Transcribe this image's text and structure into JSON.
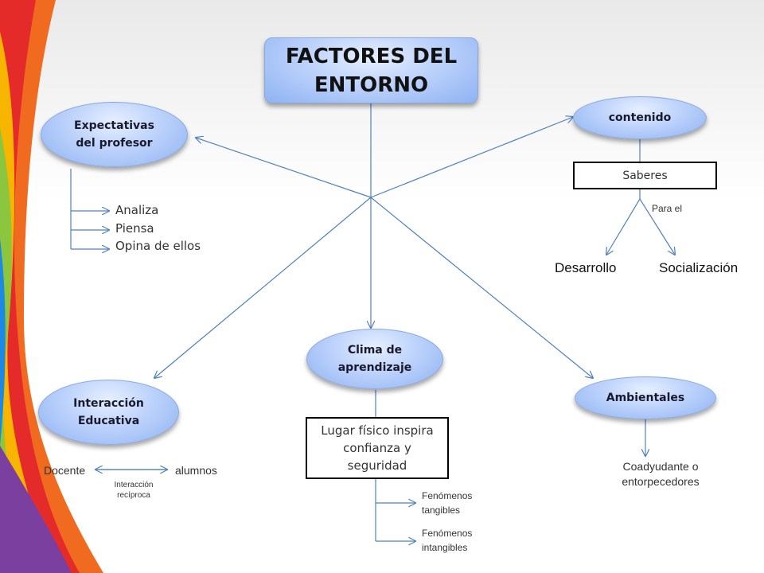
{
  "title": "FACTORES DEL ENTORNO",
  "nodes": {
    "expectativas": "Expectativas del profesor",
    "contenido": "contenido",
    "clima": "Clima de aprendizaje",
    "interaccion": "Interacción Educativa",
    "ambientales": "Ambientales"
  },
  "expectativas_items": [
    "Analiza",
    "Piensa",
    "Opina de ellos"
  ],
  "contenido_branch": {
    "box": "Saberes",
    "connector": "Para el",
    "left": "Desarrollo",
    "right": "Socialización"
  },
  "interaccion_branch": {
    "left": "Docente",
    "right": "alumnos",
    "label": "Interacción recíproca"
  },
  "clima_branch": {
    "box": "Lugar físico inspira confianza y seguridad",
    "items": [
      "Fenómenos tangibles",
      "Fenómenos intangibles"
    ]
  },
  "ambientales_branch": {
    "result": "Coadyudante o entorpecedores"
  },
  "colors": {
    "line": "#4f81bd",
    "node_fill": "#bcd2fb",
    "ribbon": [
      "#f7b500",
      "#e52a2a",
      "#8cc63f",
      "#1e88e5",
      "#7b3fa0",
      "#f06b1f"
    ]
  }
}
